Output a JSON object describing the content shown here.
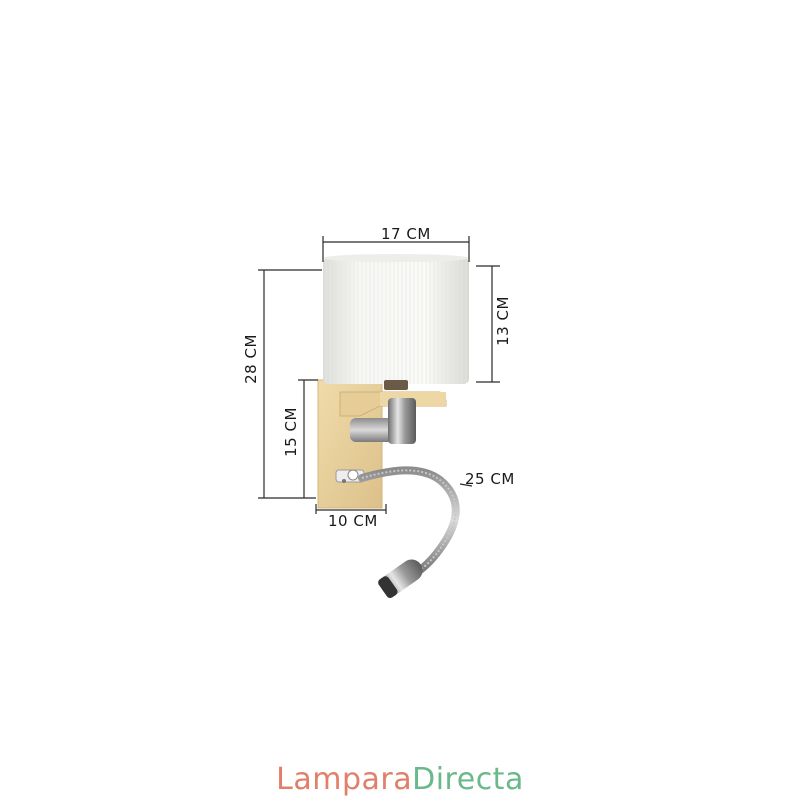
{
  "dimensions": {
    "shade_width": "17 CM",
    "shade_height": "13 CM",
    "total_height": "28 CM",
    "plate_height": "15 CM",
    "plate_width": "10 CM",
    "arm_length": "25 CM"
  },
  "brand": {
    "part1": "Lampara",
    "part2": "Directa",
    "color1": "#e0806a",
    "color2": "#6bb98a"
  },
  "colors": {
    "shade": "#f2f2ef",
    "wood": "#e8cf9a",
    "chrome": "#a8a8a8",
    "line": "#2a2a2a"
  }
}
